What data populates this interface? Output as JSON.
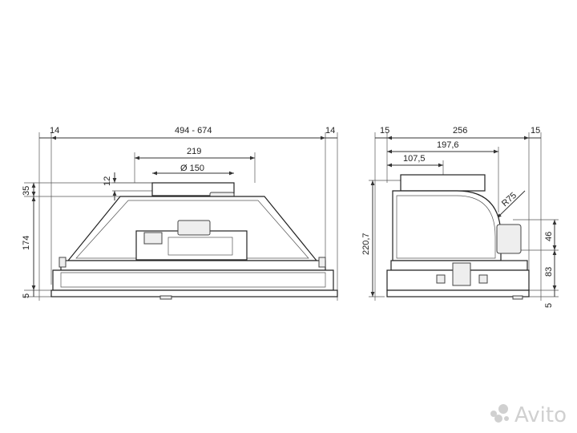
{
  "front_view": {
    "dims": {
      "left_margin": "14",
      "width": "494 - 674",
      "right_margin": "14",
      "spacing": "219",
      "diameter": "Ø 150",
      "collar": "12",
      "top": "35",
      "body_height": "174",
      "bottom": "5"
    }
  },
  "side_view": {
    "dims": {
      "left_margin": "15",
      "depth": "256",
      "right_margin": "15",
      "depth_2": "197,6",
      "offset": "107,5",
      "radius": "R75",
      "height": "220,7",
      "h46": "46",
      "h83": "83",
      "h5": "5"
    }
  },
  "watermark": {
    "text": "Avito",
    "color": "#c8c8c8"
  }
}
